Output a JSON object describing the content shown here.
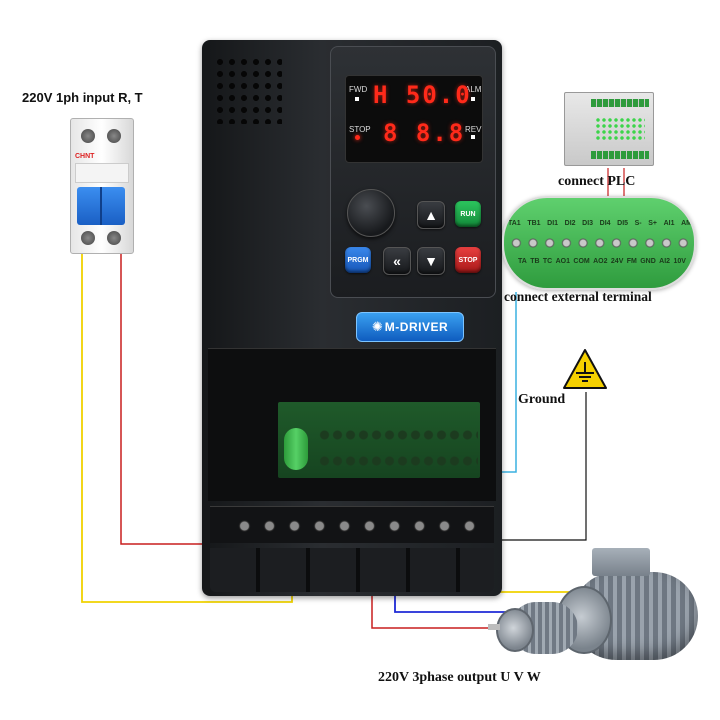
{
  "captions": {
    "input": "220V 1ph input R, T",
    "plc": "connect PLC",
    "external": "connect external terminal",
    "ground": "Ground",
    "output": "220V  3phase output U V W"
  },
  "display": {
    "top_value": "H 50.0",
    "bottom_value": "8 8.8",
    "fwd": "FWD",
    "alm": "ALM",
    "stop": "STOP",
    "rev": "REV"
  },
  "buttons": {
    "run": "RUN",
    "stop": "STOP",
    "prgm": "PRGM",
    "up": "▲",
    "down": "▼",
    "shift": "«"
  },
  "brand": "M-DRIVER",
  "breaker_brand": "CHNT",
  "terminals_top": [
    "TA1",
    "TB1",
    "DI1",
    "DI2",
    "DI3",
    "DI4",
    "DI5",
    "S-",
    "S+",
    "AI1",
    "AM"
  ],
  "terminals_bottom": [
    "TA",
    "TB",
    "TC",
    "AO1",
    "COM",
    "AO2",
    "24V",
    "FM",
    "GND",
    "AI2",
    "10V"
  ],
  "colors": {
    "body": "#1e2124",
    "led": "#ff2a1a",
    "run_button": "#1fa24a",
    "stop_button": "#d42a2a",
    "prgm_button": "#1e6fd6",
    "terminal_green": "#3cb44b",
    "wire_red": "#c81e1e",
    "wire_yellow": "#f0d200",
    "wire_blue": "#1e2ad6",
    "wire_cyan": "#3ab0e0"
  }
}
